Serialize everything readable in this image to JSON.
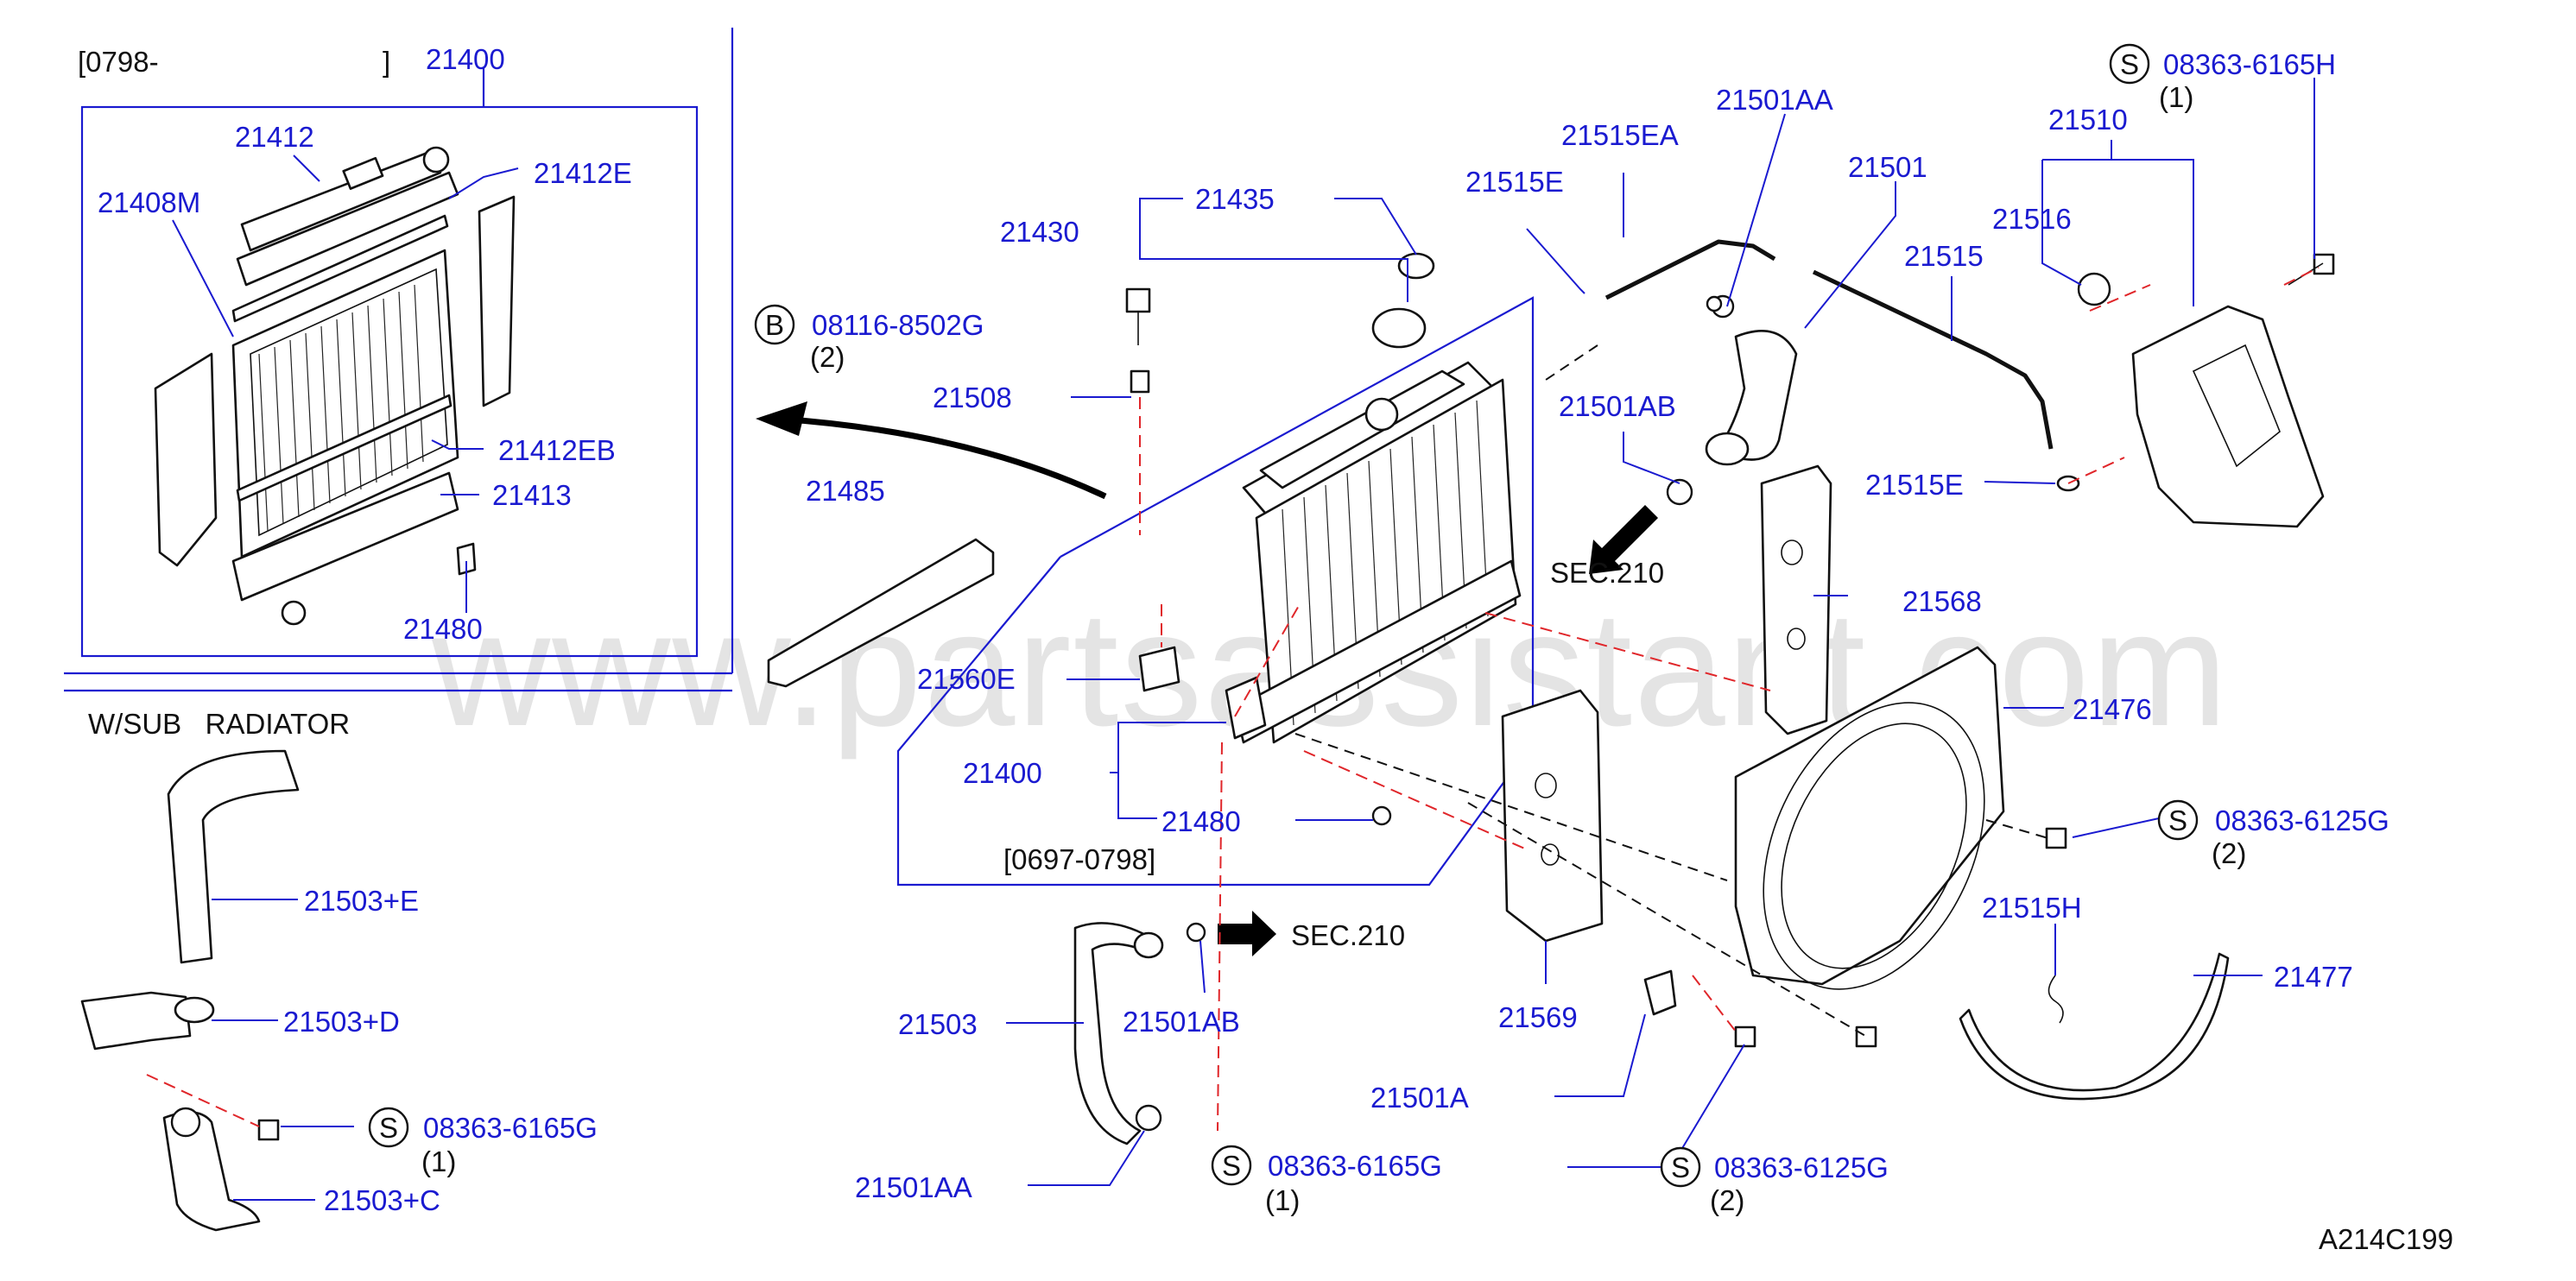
{
  "watermark": "www.partsassistant.com",
  "drawing_code": "A214C199",
  "notes": {
    "date_range_top": "[0798-",
    "date_range_top_close": "]",
    "date_range_mid": "[0697-0798]",
    "w_sub_radiator": "W/SUB   RADIATOR",
    "sec_upper": "SEC.210",
    "sec_lower": "SEC.210"
  },
  "callouts": [
    {
      "id": "p21400_top",
      "text": "21400"
    },
    {
      "id": "p21412",
      "text": "21412"
    },
    {
      "id": "p21412e",
      "text": "21412E"
    },
    {
      "id": "p21408m",
      "text": "21408M"
    },
    {
      "id": "p21412eb",
      "text": "21412EB"
    },
    {
      "id": "p21413",
      "text": "21413"
    },
    {
      "id": "p21480_top",
      "text": "21480"
    },
    {
      "id": "p21435",
      "text": "21435"
    },
    {
      "id": "p21430",
      "text": "21430"
    },
    {
      "id": "p08116",
      "text": "08116-8502G"
    },
    {
      "id": "p08116_qty",
      "text": "(2)"
    },
    {
      "id": "p21508",
      "text": "21508"
    },
    {
      "id": "p21485",
      "text": "21485"
    },
    {
      "id": "p21560e",
      "text": "21560E"
    },
    {
      "id": "p21400_mid",
      "text": "21400"
    },
    {
      "id": "p21480_mid",
      "text": "21480"
    },
    {
      "id": "p21515ea",
      "text": "21515EA"
    },
    {
      "id": "p21515e",
      "text": "21515E"
    },
    {
      "id": "p21501aa_top",
      "text": "21501AA"
    },
    {
      "id": "p21501",
      "text": "21501"
    },
    {
      "id": "p21501ab_top",
      "text": "21501AB"
    },
    {
      "id": "p21515",
      "text": "21515"
    },
    {
      "id": "p08363_6165h",
      "text": "08363-6165H"
    },
    {
      "id": "p08363_6165h_qty",
      "text": "(1)"
    },
    {
      "id": "p21510",
      "text": "21510"
    },
    {
      "id": "p21516",
      "text": "21516"
    },
    {
      "id": "p21515e_right",
      "text": "21515E"
    },
    {
      "id": "p21568",
      "text": "21568"
    },
    {
      "id": "p21476",
      "text": "21476"
    },
    {
      "id": "p08363_6125g_r",
      "text": "08363-6125G"
    },
    {
      "id": "p08363_6125g_r_qty",
      "text": "(2)"
    },
    {
      "id": "p21515h",
      "text": "21515H"
    },
    {
      "id": "p21477",
      "text": "21477"
    },
    {
      "id": "p21569",
      "text": "21569"
    },
    {
      "id": "p21501a",
      "text": "21501A"
    },
    {
      "id": "p08363_6125g_b",
      "text": "08363-6125G"
    },
    {
      "id": "p08363_6125g_b_qty",
      "text": "(2)"
    },
    {
      "id": "p21503",
      "text": "21503"
    },
    {
      "id": "p21501ab_bot",
      "text": "21501AB"
    },
    {
      "id": "p21501aa_bot",
      "text": "21501AA"
    },
    {
      "id": "p08363_6165g_m",
      "text": "08363-6165G"
    },
    {
      "id": "p08363_6165g_m_qty",
      "text": "(1)"
    },
    {
      "id": "p21503e",
      "text": "21503+E"
    },
    {
      "id": "p21503d",
      "text": "21503+D"
    },
    {
      "id": "p21503c",
      "text": "21503+C"
    },
    {
      "id": "p08363_6165g_l",
      "text": "08363-6165G"
    },
    {
      "id": "p08363_6165g_l_qty",
      "text": "(1)"
    }
  ],
  "symbols": {
    "screw": "S",
    "bolt": "B"
  },
  "icons": [
    "screw-symbol-icon",
    "bolt-symbol-icon",
    "arrow-icon"
  ]
}
